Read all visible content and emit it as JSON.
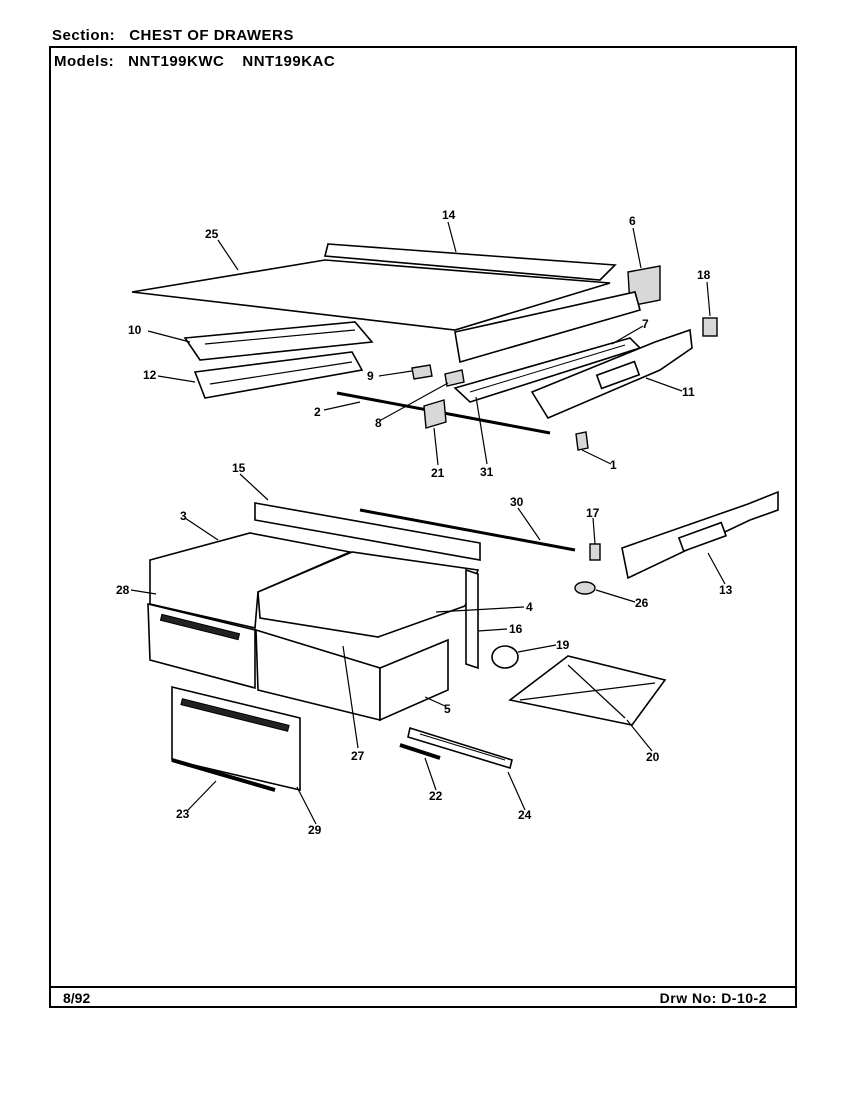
{
  "header": {
    "section_label": "Section:",
    "section_value": "CHEST OF DRAWERS",
    "models_label": "Models:",
    "models": [
      "NNT199KWC",
      "NNT199KAC"
    ]
  },
  "footer": {
    "date_code": "8/92",
    "drawing_no": "Drw No: D-10-2"
  },
  "callouts": [
    "14",
    "6",
    "25",
    "18",
    "10",
    "7",
    "12",
    "9",
    "11",
    "2",
    "8",
    "1",
    "21",
    "31",
    "15",
    "30",
    "3",
    "17",
    "13",
    "28",
    "26",
    "4",
    "16",
    "19",
    "5",
    "20",
    "27",
    "22",
    "23",
    "29",
    "24"
  ]
}
